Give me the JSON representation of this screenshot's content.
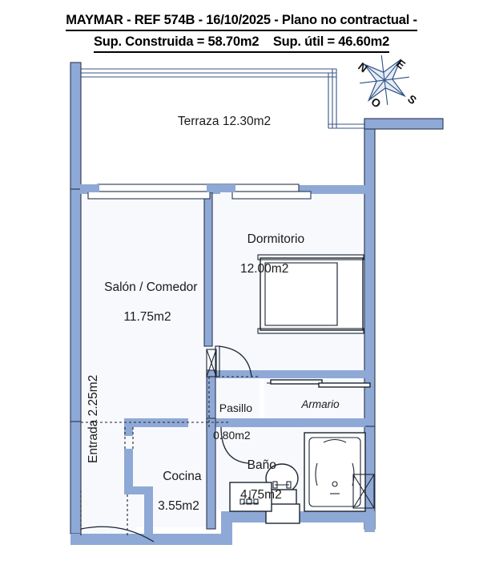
{
  "title": {
    "line1": "MAYMAR - REF 574B - 16/10/2025 - Plano no contractual -",
    "line2": "Sup. Construida = 58.70m2    Sup. útil = 46.60m2"
  },
  "compass": {
    "north": "N",
    "east": "E",
    "south": "S",
    "west": "O"
  },
  "rooms": [
    {
      "name": "terraza",
      "label": "Terraza",
      "area": "12.30m2"
    },
    {
      "name": "salon-comedor",
      "label": "Salón / Comedor",
      "area": "11.75m2"
    },
    {
      "name": "dormitorio",
      "label": "Dormitorio",
      "area": "12.00m2"
    },
    {
      "name": "pasillo",
      "label": "Pasillo",
      "area": "0.80m2"
    },
    {
      "name": "bano",
      "label": "Baño",
      "area": "4.75m2"
    },
    {
      "name": "cocina",
      "label": "Cocina",
      "area": "3.55m2"
    },
    {
      "name": "entrada",
      "label": "Entrada",
      "area": "2.25m2"
    },
    {
      "name": "armario",
      "label": "Armario",
      "area": ""
    }
  ],
  "labels": {
    "terraza": "Terraza 12.30m2",
    "salon_l1": "Salón / Comedor",
    "salon_l2": "11.75m2",
    "dormitorio_l1": "Dormitorio",
    "dormitorio_l2": "12.00m2",
    "pasillo_l1": "Pasillo",
    "pasillo_l2": "0.80m2",
    "bano_l1": "Baño",
    "bano_l2": "4.75m2",
    "cocina_l1": "Cocina",
    "cocina_l2": "3.55m2",
    "entrada": "Entrada 2.25m2",
    "armario": "Armario"
  },
  "colors": {
    "wall_fill": "#8fa9d6",
    "wall_stroke": "#3a3a5a",
    "interior_fill": "#f7f9fd",
    "terrace_fill": "#ffffff",
    "furniture_stroke": "#1b2430",
    "compass_stroke": "#2f4f7f",
    "compass_fill": "#dfe8f5",
    "title_text": "#000000",
    "label_text": "#1a1a1a",
    "background": "#ffffff"
  },
  "fixtures": [
    {
      "name": "bed",
      "room": "dormitorio"
    },
    {
      "name": "bathtub",
      "room": "bano"
    },
    {
      "name": "toilet",
      "room": "bano"
    },
    {
      "name": "sink",
      "room": "bano"
    },
    {
      "name": "closet-doors",
      "room": "armario"
    },
    {
      "name": "sliding-door-left",
      "room": "terraza"
    },
    {
      "name": "sliding-door-right",
      "room": "terraza"
    },
    {
      "name": "door-swing-pasillo",
      "room": "pasillo"
    },
    {
      "name": "door-swing-bano",
      "room": "bano"
    },
    {
      "name": "door-swing-entrada",
      "room": "entrada"
    }
  ]
}
